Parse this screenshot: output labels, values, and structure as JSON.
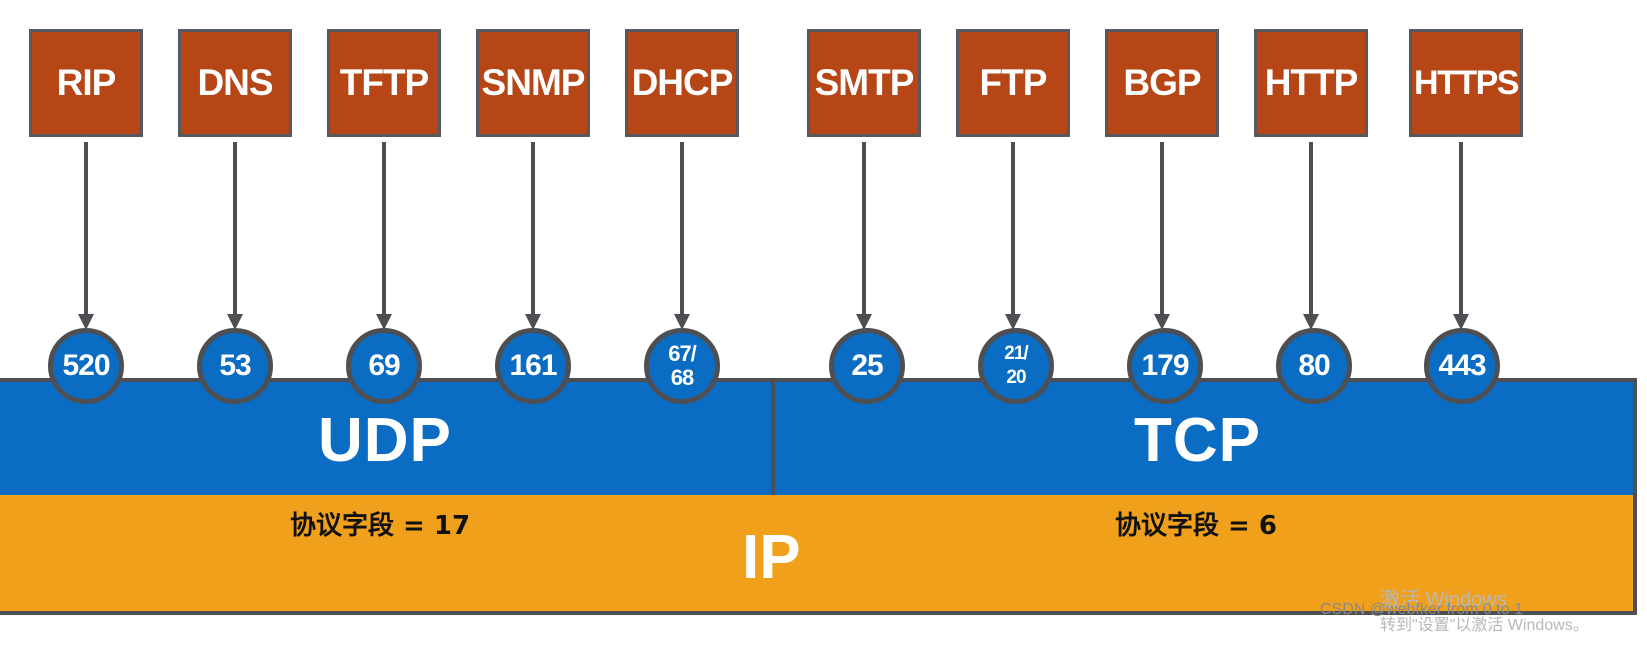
{
  "protocols": [
    {
      "name": "RIP",
      "port": [
        "520"
      ],
      "transport": "UDP"
    },
    {
      "name": "DNS",
      "port": [
        "53"
      ],
      "transport": "UDP"
    },
    {
      "name": "TFTP",
      "port": [
        "69"
      ],
      "transport": "UDP"
    },
    {
      "name": "SNMP",
      "port": [
        "161"
      ],
      "transport": "UDP"
    },
    {
      "name": "DHCP",
      "port": [
        "67/",
        "68"
      ],
      "transport": "UDP"
    },
    {
      "name": "SMTP",
      "port": [
        "25"
      ],
      "transport": "TCP"
    },
    {
      "name": "FTP",
      "port": [
        "21/",
        "20"
      ],
      "transport": "TCP"
    },
    {
      "name": "BGP",
      "port": [
        "179"
      ],
      "transport": "TCP"
    },
    {
      "name": "HTTP",
      "port": [
        "80"
      ],
      "transport": "TCP"
    },
    {
      "name": "HTTPS",
      "port": [
        "443"
      ],
      "transport": "TCP"
    }
  ],
  "layers": {
    "udp": {
      "label": "UDP",
      "protocol_field": "协议字段 = 17"
    },
    "tcp": {
      "label": "TCP",
      "protocol_field": "协议字段 = 6"
    },
    "ip": {
      "label": "IP"
    }
  },
  "colors": {
    "protocol_box": "#b64616",
    "transport_band": "#0a6cc2",
    "ip_band": "#f0a01b",
    "outline": "#4d4f52"
  },
  "watermark": {
    "activate_title": "激活 Windows",
    "activate_hint": "转到\"设置\"以激活 Windows。",
    "csdn": "CSDN @webfker from 0 to 1"
  }
}
